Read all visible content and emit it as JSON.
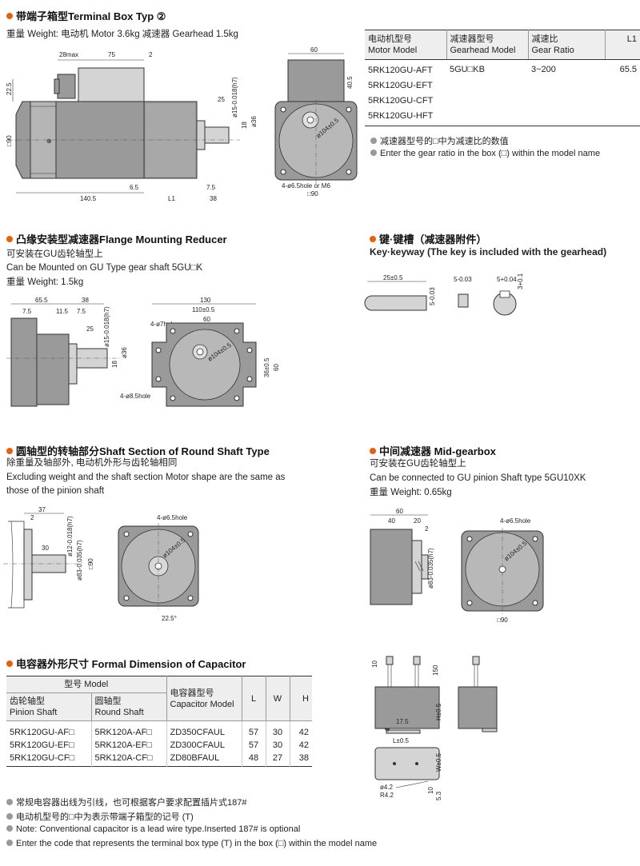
{
  "terminal_box": {
    "title": "带端子箱型Terminal Box Typ ②",
    "weight": "重量 Weight: 电动机 Motor 3.6kg  减速器 Gearhead 1.5kg",
    "dims": {
      "d28max": "28max",
      "d75": "75",
      "d2": "2",
      "d22_5": "22.5",
      "d90sq": "□90",
      "d140_5": "140.5",
      "d6_5": "6.5",
      "dL1": "L1",
      "d7_5": "7.5",
      "d38": "38",
      "d25": "25",
      "d15": "ø15-0.018(h7)",
      "d18": "18",
      "d36": "ø36",
      "d60": "60",
      "d40_5": "40.5",
      "d104": "ø104±0.5",
      "hole": "4-ø6.5hole or M6",
      "sq90": "□90"
    }
  },
  "model_table": {
    "headers": [
      {
        "cn": "电动机型号",
        "en": "Motor Model"
      },
      {
        "cn": "减速器型号",
        "en": "Gearhead Model"
      },
      {
        "cn": "减速比",
        "en": "Gear Ratio"
      },
      {
        "cn": "",
        "en": "L1"
      }
    ],
    "motors": [
      "5RK120GU-AFT",
      "5RK120GU-EFT",
      "5RK120GU-CFT",
      "5RK120GU-HFT"
    ],
    "gearhead": "5GU□KB",
    "ratio": "3~200",
    "l1": "65.5"
  },
  "model_notes": [
    "减速器型号的□中为减速比的数值",
    "Enter the gear ratio in the box (□) within the model name"
  ],
  "flange": {
    "title": "凸缘安装型减速器Flange Mounting Reducer",
    "line1": "可安装在GU齿轮轴型上",
    "line2": "Can be Mounted on GU Type gear shaft 5GU□K",
    "weight": "重量 Weight: 1.5kg",
    "dims": {
      "d65_5": "65.5",
      "d38": "38",
      "d7_5a": "7.5",
      "d11_5": "11.5",
      "d7_5b": "7.5",
      "d25": "25",
      "d15": "ø15-0.018(h7)",
      "d36": "ø36",
      "d18": "18",
      "d130": "130",
      "d110": "110±0.5",
      "d60": "60",
      "hole7": "4-ø7hole",
      "d104": "ø104±0.5",
      "d36b": "36±0.5",
      "d60b": "60",
      "hole85": "4-ø8.5hole"
    }
  },
  "key": {
    "title": "键·键槽（减速器附件）",
    "subtitle": "Key·keyway (The key is included with the gearhead)",
    "dims": {
      "d25": "25±0.5",
      "d5a": "5-0.03",
      "d5b": "5-0.03",
      "d5c": "5+0.04",
      "d3": "3+0.1"
    }
  },
  "round_shaft": {
    "title": "圆轴型的转轴部分Shaft Section of Round Shaft Type",
    "line1": "除重量及轴部外, 电动机外形与齿轮轴相同",
    "line2": "Excluding weight and the shaft section Motor shape are the same as",
    "line3": "those of the pinion shaft",
    "dims": {
      "d37": "37",
      "d2": "2",
      "d30": "30",
      "d12": "ø12-0.018(h7)",
      "d83": "ø83-0.035(h7)",
      "sq90": "□90",
      "hole": "4-ø6.5hole",
      "d104": "ø104±0.5",
      "ang": "22.5°"
    }
  },
  "mid_gearbox": {
    "title": "中间减速器 Mid-gearbox",
    "line1": "可安装在GU齿轮轴型上",
    "line2": "Can be connected to GU pinion Shaft type 5GU10XK",
    "weight": "重量 Weight: 0.65kg",
    "dims": {
      "d60": "60",
      "d40": "40",
      "d20": "20",
      "d2": "2",
      "d83": "ø83-0.035(h7)",
      "hole": "4-ø6.5hole",
      "d104": "ø104±0.5",
      "sq90": "□90"
    }
  },
  "capacitor": {
    "title": "电容器外形尺寸 Formal Dimension of Capacitor",
    "group_header": "型号 Model",
    "col_pinion": {
      "cn": "齿轮轴型",
      "en": "Pinion Shaft"
    },
    "col_round": {
      "cn": "圆轴型",
      "en": "Round Shaft"
    },
    "col_cap": {
      "cn": "电容器型号",
      "en": "Capacitor Model"
    },
    "col_l": "L",
    "col_w": "W",
    "col_h": "H",
    "rows": [
      {
        "pinion": "5RK120GU-AF□",
        "round": "5RK120A-AF□",
        "cap": "ZD350CFAUL",
        "l": "57",
        "w": "30",
        "h": "42"
      },
      {
        "pinion": "5RK120GU-EF□",
        "round": "5RK120A-EF□",
        "cap": "ZD300CFAUL",
        "l": "57",
        "w": "30",
        "h": "42"
      },
      {
        "pinion": "5RK120GU-CF□",
        "round": "5RK120A-CF□",
        "cap": "ZD80BFAUL",
        "l": "48",
        "w": "27",
        "h": "38"
      }
    ],
    "dims": {
      "d10": "10",
      "d150": "150",
      "d17_5": "17.5",
      "d4": "4",
      "dH": "H±0.5",
      "dL": "L±0.5",
      "dW": "W±0.5",
      "d4_2": "ø4.2",
      "r4_2": "R4.2",
      "d10b": "10",
      "d5_3": "5.3"
    }
  },
  "cap_notes": [
    "常规电容器出线为引线，也可根据客户要求配置插片式187#",
    "电动机型号的□中为表示带端子箱型的记号 (T)",
    "Note: Conventional capacitor is a lead wire type.Inserted 187#  is optional",
    "Enter the code that represents the terminal box type (T) in the box (□) within the model name"
  ]
}
